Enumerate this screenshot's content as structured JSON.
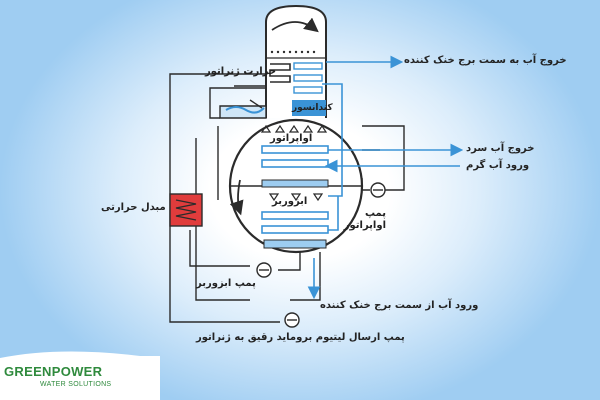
{
  "labels": {
    "generator_heat": "حرارت ژنراتور",
    "condenser": "کندانسور",
    "evaporator": "اواپراتور",
    "absorber": "ابزوربر",
    "heat_exchanger": "مبدل حرارتی",
    "evaporator_pump": "پمپ اواپراتور",
    "absorber_pump": "پمپ ابزوربر",
    "solution_pump": "پمپ ارسال لیتیوم برومايد رقيق به ژنراتور",
    "water_out_to_tower": "خروج آب به سمت برج خنک کننده",
    "chilled_water_out": "خروج آب سرد",
    "hot_water_in": "ورود آب گرم",
    "water_in_from_tower": "ورود آب از سمت برج خنک کننده"
  },
  "logo": {
    "brand": "GREENPOWER",
    "tagline": "WATER SOLUTIONS"
  },
  "colors": {
    "line": "#2b2b2b",
    "water_blue": "#3a93d6",
    "tube_fill": "#ffffff",
    "heat_exchanger": "#e03c3c",
    "brand_green": "#2f8a3d"
  }
}
